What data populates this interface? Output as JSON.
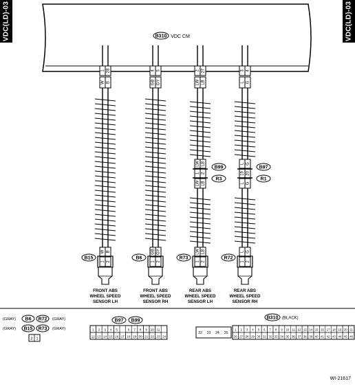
{
  "tab_label": "VDC(LD)-03",
  "control_module": {
    "connector": "B310",
    "label": "VDC CM"
  },
  "harness_pins": [
    {
      "top": [
        "1",
        "28"
      ],
      "wire": [
        "W",
        "B"
      ]
    },
    {
      "top": [
        "4",
        "5"
      ],
      "wire": [
        "GB",
        "GY"
      ]
    },
    {
      "top": [
        "2",
        "27"
      ],
      "wire": [
        "LW",
        "LB"
      ]
    },
    {
      "top": [
        "3",
        "4"
      ],
      "wire": [
        "L",
        "G"
      ]
    }
  ],
  "junctions": [
    {
      "connectors": [
        "B99",
        "R3"
      ],
      "upper_wire": [
        "LW",
        "LB"
      ],
      "pins": [
        "1",
        "2"
      ],
      "lower_wire": [
        "LW",
        "LB"
      ]
    },
    {
      "connectors": [
        "B97",
        "R1"
      ],
      "upper_wire": [
        "L",
        "G"
      ],
      "pins": [
        "19",
        "20"
      ],
      "lower_wire": [
        "L",
        "G"
      ]
    }
  ],
  "sensors": [
    {
      "connector": "B15",
      "wire": [
        "W",
        "B"
      ],
      "pins": [
        "1",
        "2"
      ],
      "label": [
        "FRONT ABS",
        "WHEEL SPEED",
        "SENSOR LH"
      ]
    },
    {
      "connector": "B6",
      "wire": [
        "GB",
        "GY"
      ],
      "pins": [
        "1",
        "2"
      ],
      "label": [
        "FRONT ABS",
        "WHEEL SPEED",
        "SENSOR RH"
      ]
    },
    {
      "connector": "R73",
      "wire": [
        "LW",
        "LB"
      ],
      "pins": [
        "1",
        "2"
      ],
      "label": [
        "REAR ABS",
        "WHEEL SPEED",
        "SENSOR LH"
      ]
    },
    {
      "connector": "R72",
      "wire": [
        "L",
        "G"
      ],
      "pins": [
        "1",
        "2"
      ],
      "label": [
        "REAR ABS",
        "WHEEL SPEED",
        "SENSOR RH"
      ]
    }
  ],
  "legend": {
    "small_connectors": {
      "row1": {
        "left_color": "(GRAY)",
        "ids": [
          "B6",
          "R72"
        ],
        "right_color": "(GRAY)"
      },
      "row2": {
        "left_color": "(GRAY)",
        "ids": [
          "B15",
          "R73"
        ],
        "right_color": "(GRAY)"
      },
      "pins": [
        "2",
        "1"
      ]
    },
    "mid_connector": {
      "ids": [
        "B97",
        "B99"
      ],
      "row1": [
        "1",
        "2",
        "3",
        "4",
        "5",
        "",
        "6",
        "7",
        "8",
        "9",
        "10",
        "11"
      ],
      "row2": [
        "12",
        "13",
        "14",
        "15",
        "16",
        "17",
        "18",
        "19",
        "20",
        "21",
        "22",
        "23",
        "24"
      ]
    },
    "large_connector": {
      "id": "B310",
      "color": "(BLACK)",
      "left_block": [
        "22",
        "23",
        "24",
        "25"
      ],
      "row1": [
        "1",
        "2",
        "3",
        "4",
        "5",
        "6",
        "7",
        "8",
        "9",
        "10",
        "11",
        "12",
        "13",
        "14",
        "15",
        "16",
        "17",
        "18",
        "19",
        "20",
        "21"
      ],
      "row2": [
        "26",
        "27",
        "28",
        "29",
        "30",
        "31",
        "32",
        "33",
        "34",
        "35",
        "36",
        "37",
        "38",
        "39",
        "40",
        "41",
        "42",
        "43",
        "44",
        "45",
        "46"
      ]
    }
  },
  "figure_code": "WI-21617"
}
